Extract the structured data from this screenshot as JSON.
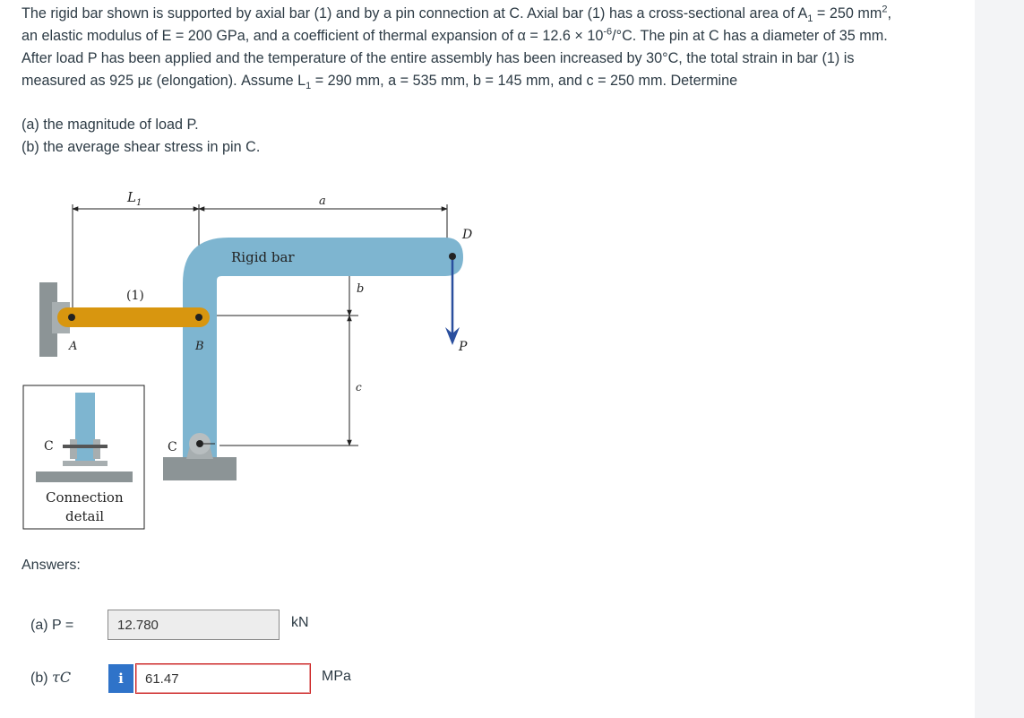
{
  "problem": {
    "line1": "The rigid bar shown is supported by axial bar (1) and by a pin connection at C. Axial bar (1) has a cross-sectional area of A",
    "line1_sub": "1",
    "line1_tail": " = 250 mm",
    "line1_sup": "2",
    "line1_end": ",",
    "line2": "an elastic modulus of E = 200 GPa, and a coefficient of thermal expansion of α =  12.6 × 10",
    "line2_sup": "-6",
    "line2_end": "/°C. The pin at C has a diameter of 35 mm.",
    "line3": "After load P has been applied and the temperature of the entire assembly has been increased by 30°C, the total strain in bar (1) is",
    "line4": "measured as 925 με (elongation). Assume L",
    "line4_sub": "1",
    "line4_end": " = 290 mm, a = 535 mm, b = 145 mm, and c = 250 mm. Determine"
  },
  "parts": {
    "a": "(a) the magnitude of load P.",
    "b": "(b) the average shear stress in pin C."
  },
  "figure": {
    "label_L1": "L",
    "label_L1_sub": "1",
    "label_a": "a",
    "label_D": "D",
    "label_rigid": "Rigid bar",
    "label_bar1": "(1)",
    "label_b": "b",
    "label_A": "A",
    "label_B": "B",
    "label_P": "P",
    "label_c": "c",
    "label_C_left": "C",
    "label_C_right": "C",
    "label_conn1": "Connection",
    "label_conn2": "detail",
    "colors": {
      "rigid": "#7eb5d0",
      "bar1": "#d8960f",
      "support": "#8c9496"
    }
  },
  "answers": {
    "label": "Answers:",
    "a_label": "(a)   P =",
    "a_value": "12.780",
    "a_unit": "kN",
    "b_label_prefix": "(b)   ",
    "b_label_tau": "τC",
    "b_info": "i",
    "b_value": "61.47",
    "b_unit": "MPa"
  }
}
